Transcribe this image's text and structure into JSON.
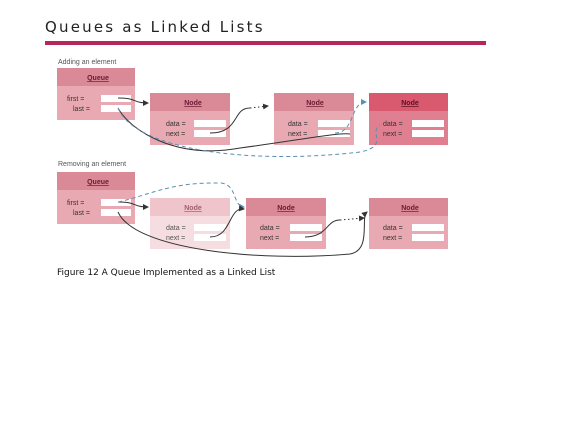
{
  "slide": {
    "title": "Queues as Linked Lists",
    "caption": "Figure 12 A Queue Implemented as a Linked List"
  },
  "colors": {
    "accent": "#b5265a",
    "box_header": "#d98a96",
    "box_body": "#e8a9b2",
    "box_faded_header": "#efc4cb",
    "box_faded_body": "#f6dde1",
    "box_dark_header": "#d9596e",
    "arrow_solid": "#333333",
    "arrow_dashed": "#5a8fb0"
  },
  "adding": {
    "label": "Adding an element",
    "queue": {
      "title": "Queue",
      "first_label": "first =",
      "last_label": "last ="
    },
    "nodes": [
      {
        "title": "Node",
        "data_label": "data =",
        "next_label": "next ="
      },
      {
        "title": "Node",
        "data_label": "data =",
        "next_label": "next ="
      },
      {
        "title": "Node",
        "data_label": "data =",
        "next_label": "next ="
      }
    ]
  },
  "removing": {
    "label": "Removing an element",
    "queue": {
      "title": "Queue",
      "first_label": "first =",
      "last_label": "last ="
    },
    "nodes": [
      {
        "title": "Node",
        "data_label": "data =",
        "next_label": "next ="
      },
      {
        "title": "Node",
        "data_label": "data =",
        "next_label": "next ="
      },
      {
        "title": "Node",
        "data_label": "data =",
        "next_label": "next ="
      }
    ]
  }
}
